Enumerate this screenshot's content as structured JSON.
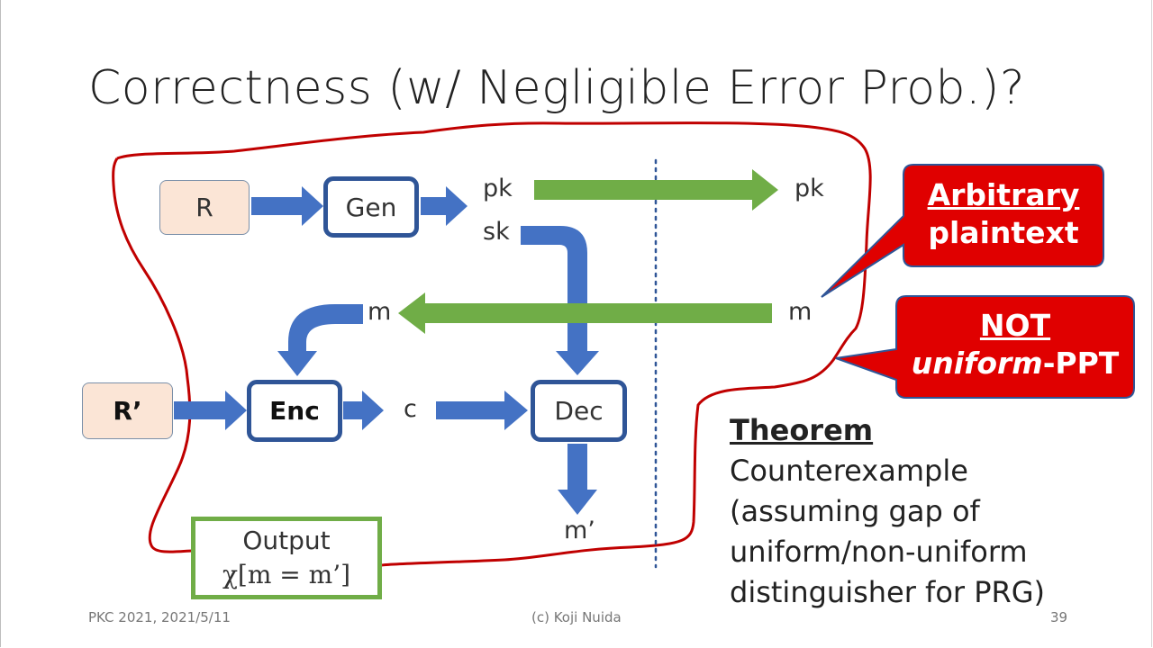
{
  "slide": {
    "title": "Correctness (w/ Negligible Error Prob.)?",
    "footer_left": "PKC 2021, 2021/5/11",
    "footer_center": "(c) Koji Nuida",
    "page_number": "39"
  },
  "diagram": {
    "nodes": {
      "r": "R",
      "gen": "Gen",
      "r_prime": "R’",
      "enc": "Enc",
      "dec": "Dec"
    },
    "labels": {
      "pk_left": "pk",
      "pk_right": "pk",
      "sk": "sk",
      "m_left": "m",
      "m_right": "m",
      "c": "c",
      "m_prime": "m’"
    },
    "output": {
      "line1": "Output",
      "line2": "χ[m = m’]"
    }
  },
  "callouts": {
    "arbitrary": {
      "line1": "Arbitrary",
      "line2": "plaintext"
    },
    "not_uniform": {
      "line1": "NOT",
      "line2_em": "uniform",
      "line2_rest": "-PPT"
    }
  },
  "theorem": {
    "heading": "Theorem",
    "lines": [
      "Counterexample",
      "(assuming gap of",
      "uniform/non-uniform",
      "distinguisher for PRG)"
    ]
  },
  "colors": {
    "adversary_outline": "#c00000",
    "blue_arrow": "#4472c4",
    "green_arrow": "#70ad47",
    "box_border": "#2f5597",
    "callout_fill": "#e00000",
    "input_fill": "#fbe5d6"
  }
}
